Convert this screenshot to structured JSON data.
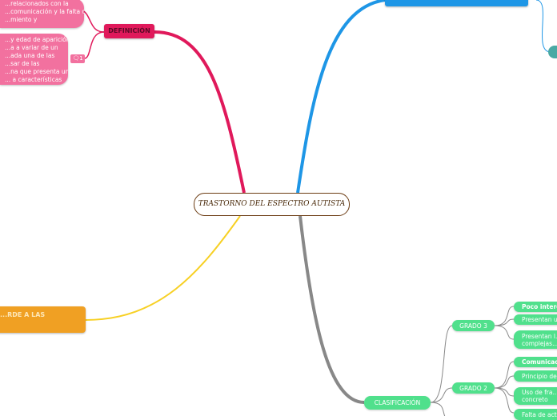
{
  "center": {
    "title": "TRASTORNO DEL ESPECTRO AUTISTA"
  },
  "definicion": {
    "label": "DEFINICIÓN",
    "notes": [
      "...relacionados con la",
      "...comunicación y la falta de",
      "...miento y"
    ],
    "notes2": [
      "...y edad de aparición",
      "...a a variar de un",
      "...ada una de las",
      "...sar de las",
      "...na que presenta un",
      "... a características"
    ],
    "comment_count": "1"
  },
  "orange": {
    "label": "...RDE A LAS"
  },
  "clasificacion": {
    "label": "CLASIFICACIÓN",
    "grado3": {
      "label": "GRADO 3",
      "items": [
        "Poco intere...",
        "Presentan u...",
        "Presentan l...|complejas..."
      ]
    },
    "grado2": {
      "label": "GRADO 2",
      "items": [
        "Comunicac...",
        "Principio de...",
        "Uso de fra...|concreto",
        "Falta de act..."
      ]
    }
  },
  "colors": {
    "magenta": "#e0195b",
    "pink": "#f2719f",
    "blue": "#1e96e6",
    "yellow": "#f7d024",
    "gray": "#888888",
    "green": "#50e08c",
    "orange": "#f0a023",
    "teal": "#4aa9a4",
    "brown": "#6b3b12"
  }
}
